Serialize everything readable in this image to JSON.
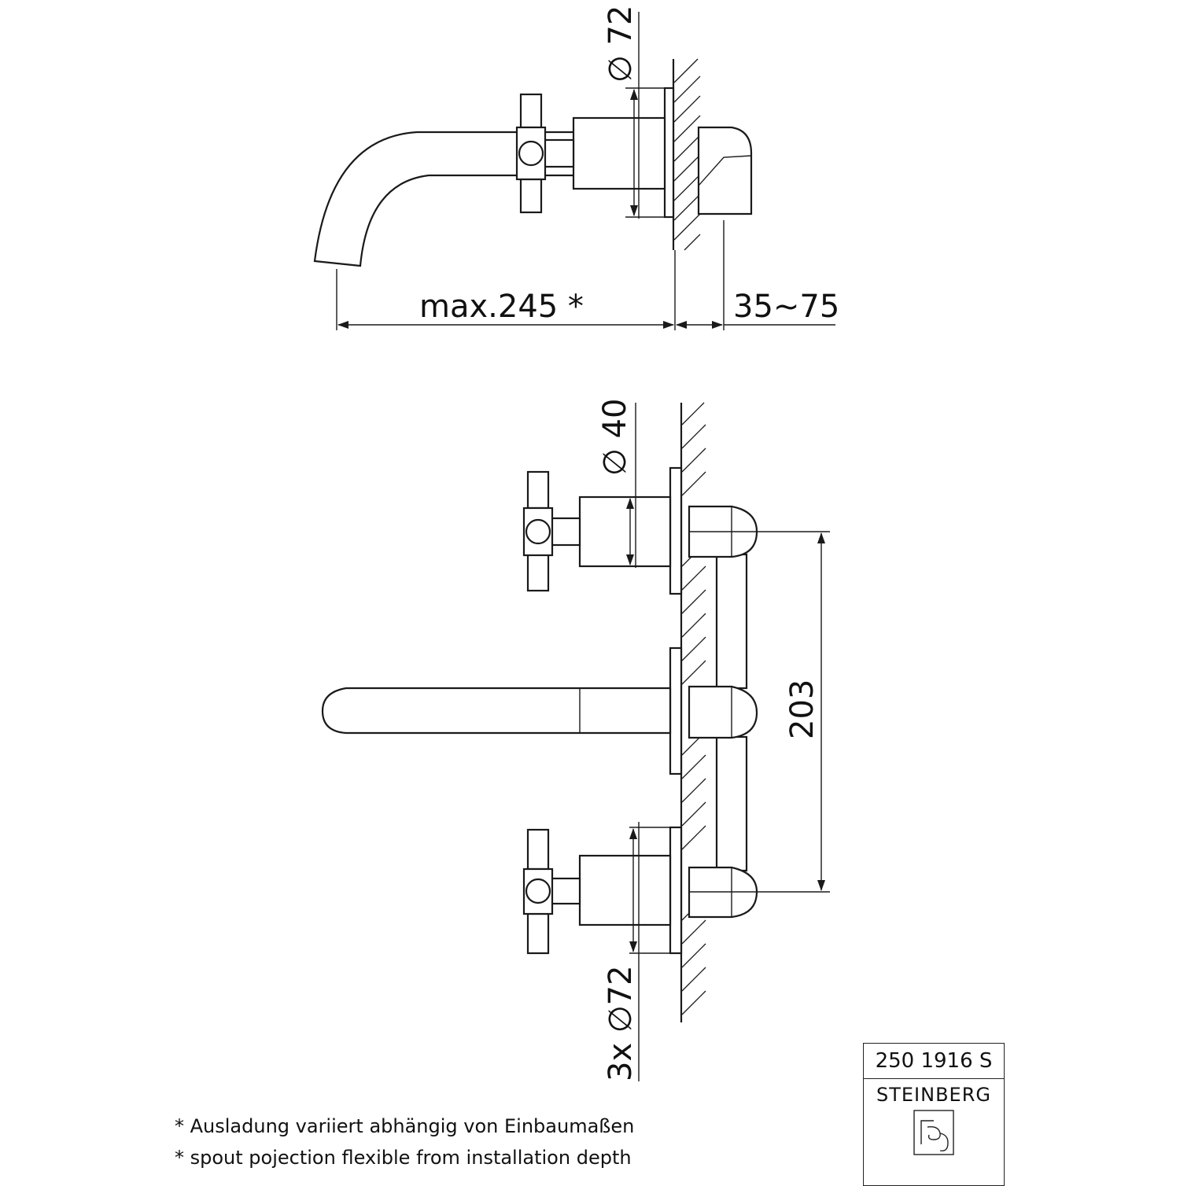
{
  "dimensions": {
    "top_diameter": "∅ 72",
    "projection": "max.245 *",
    "wall_depth": "35~75",
    "spindle_diameter": "∅ 40",
    "spacing": "203",
    "rosette_diameter": "3x ∅72"
  },
  "notes": {
    "german": "* Ausladung variiert abhängig von Einbaumaßen",
    "english": "* spout pojection flexible from installation depth"
  },
  "title_block": {
    "code": "250 1916 S",
    "brand": "STEINBERG"
  },
  "icons": {
    "logo": "steinberg-logo-icon"
  }
}
